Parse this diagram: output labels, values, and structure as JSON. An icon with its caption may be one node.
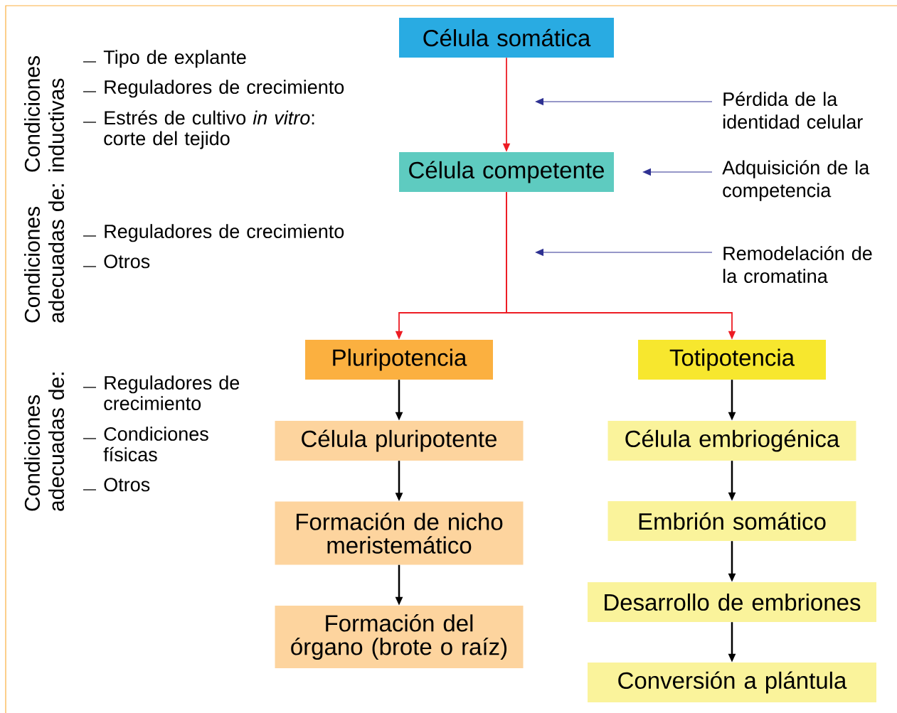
{
  "diagram": {
    "nodes": [
      {
        "text": [
          "Célula somática"
        ]
      },
      {
        "text": [
          "Célula competente"
        ]
      },
      {
        "text": [
          "Pluripotencia"
        ]
      },
      {
        "text": [
          "Totipotencia"
        ]
      },
      {
        "text": [
          "Célula pluripotente"
        ]
      },
      {
        "text": [
          "Formación de nicho meristemático"
        ]
      },
      {
        "text": [
          "Formación del órgano (brote o raíz)"
        ]
      },
      {
        "text": [
          "Célula embriogénica"
        ]
      },
      {
        "text": [
          "Embrión somático"
        ]
      },
      {
        "text": [
          "Desarrollo de embriones"
        ]
      },
      {
        "text": [
          "Conversión a plántula"
        ]
      },
      {
        "text": [
          "Pérdida de la identidad celular"
        ]
      },
      {
        "text": [
          "Adquisición de la competencia"
        ]
      },
      {
        "text": [
          "Remodelación de la cromatina"
        ]
      }
    ],
    "edges": [
      {
        "from": 0,
        "to": 1,
        "arrow": "to",
        "color": "#ed1c24"
      },
      {
        "from": 1,
        "to": 2,
        "arrow": "to",
        "color": "#ed1c24"
      },
      {
        "from": 1,
        "to": 3,
        "arrow": "to",
        "color": "#ed1c24"
      },
      {
        "from": 2,
        "to": 4,
        "arrow": "to"
      },
      {
        "from": 4,
        "to": 5,
        "arrow": "to"
      },
      {
        "from": 5,
        "to": 6,
        "arrow": "to"
      },
      {
        "from": 3,
        "to": 7,
        "arrow": "to"
      },
      {
        "from": 7,
        "to": 8,
        "arrow": "to"
      },
      {
        "from": 8,
        "to": 9,
        "arrow": "to"
      },
      {
        "from": 9,
        "to": 10,
        "arrow": "to"
      },
      {
        "from": 11,
        "to": null,
        "arrow": "to",
        "color": "#2e3192"
      },
      {
        "from": 12,
        "to": null,
        "arrow": "to",
        "color": "#2e3192"
      },
      {
        "from": 13,
        "to": null,
        "arrow": "to",
        "color": "#2e3192"
      }
    ],
    "labels": [
      "Condiciones inductivas",
      "Tipo de explante",
      "Reguladores de crecimiento",
      "Estrés de cultivo *in vitro*: corte del tejido",
      "Condiciones adecuadas de:",
      "Reguladores de crecimiento",
      "Otros",
      "Condiciones adecuadas de:",
      "Reguladores de crecimiento",
      "Condiciones físicas",
      "Otros"
    ]
  }
}
